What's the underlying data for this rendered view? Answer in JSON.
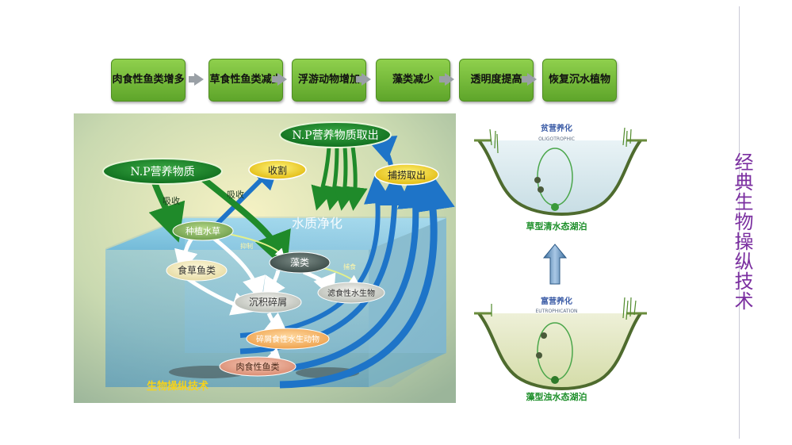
{
  "slide_title": "经典生物操纵技术",
  "flow_steps": [
    "肉食性鱼类增多",
    "草食性鱼类减少",
    "浮游动物增加",
    "藻类减少",
    "透明度提高",
    "恢复沉水植物"
  ],
  "main_diagram": {
    "np_top": "N.P营养物质取出",
    "np_left": "N.P营养物质",
    "harvest": "收割",
    "capture": "捕捞取出",
    "absorb_1": "吸收",
    "absorb_2": "吸收",
    "water_purify": "水质净化",
    "plants": "种植水草",
    "inhibit": "抑制",
    "algae": "藻类",
    "herbivore_fish": "食草鱼类",
    "graze": "捕食",
    "sediment": "沉积碎屑",
    "filter_feeder": "滤食性水生物",
    "detritus_feeder": "碎屑食性水生动物",
    "carnivore_fish": "肉食性鱼类",
    "caption": "生物操纵技术"
  },
  "right_panel": {
    "top_heading": "贫营养化",
    "top_sub": "OLIGOTROPHIC",
    "top_caption": "草型清水态湖泊",
    "bottom_heading": "富营养化",
    "bottom_sub": "EUTROPHICATION",
    "bottom_caption": "藻型浊水态湖泊"
  },
  "colors": {
    "flow_green": "#6fb536",
    "ellipse_green": "#1f8a2a",
    "label_yellow": "#f3d42c",
    "arrow_blue": "#1e74c8",
    "title_purple": "#7b2fa0",
    "caption_green": "#1d8f2a"
  }
}
